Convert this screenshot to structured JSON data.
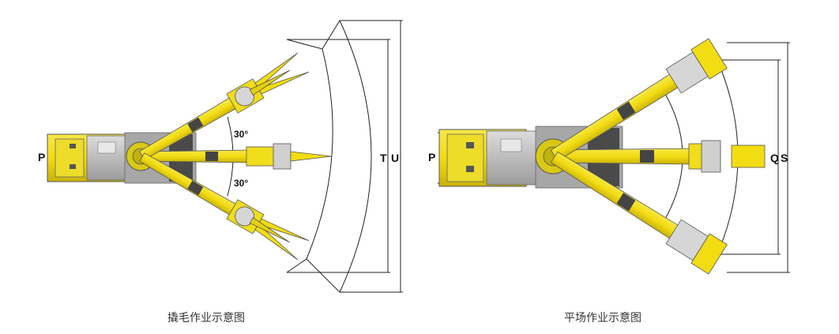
{
  "left_figure": {
    "caption": "撬毛作业示意图",
    "labels": {
      "p": "P",
      "t": "T",
      "u": "U"
    },
    "angles": {
      "upper": "30°",
      "lower": "30°"
    }
  },
  "right_figure": {
    "caption": "平场作业示意图",
    "labels": {
      "p": "P",
      "q": "Q",
      "s": "S"
    }
  },
  "colors": {
    "machine_yellow": "#f2dc12",
    "frame_gray": "#b8b8b8",
    "dark": "#333333",
    "line": "#222222"
  }
}
